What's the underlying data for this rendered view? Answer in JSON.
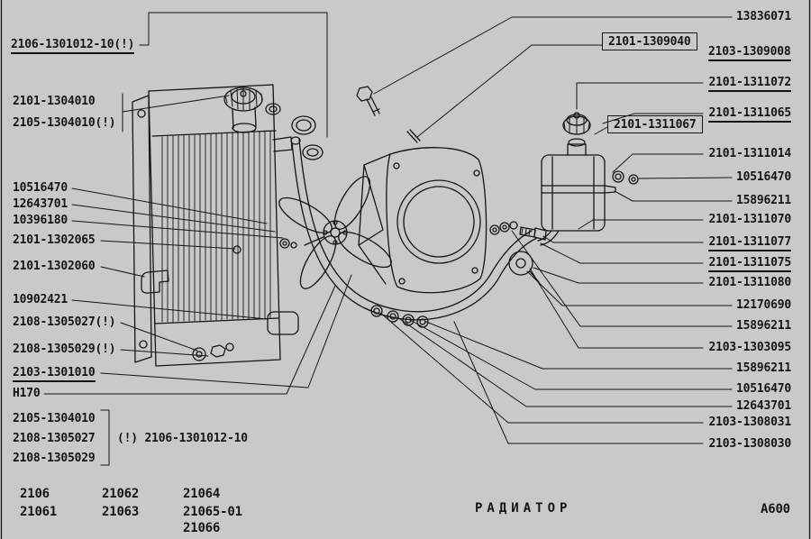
{
  "page": {
    "caption": "РАДИАТОР",
    "page_code": "А600",
    "background": "#c9c9c9",
    "ink": "#141414"
  },
  "left_labels": {
    "l1": "2106-1301012-10(!)",
    "l2": "2101-1304010",
    "l3": "2105-1304010(!)",
    "l4": "10516470",
    "l5": "12643701",
    "l6": "10396180",
    "l7": "2101-1302065",
    "l8": "2101-1302060",
    "l9": "10902421",
    "l10": "2108-1305027(!)",
    "l11": "2108-1305029(!)",
    "l12": "2103-1301010",
    "l13": "Н170"
  },
  "variant_group": {
    "rows": [
      "2105-1304010",
      "2108-1305027",
      "2108-1305029"
    ],
    "note": "(!) 2106-1301012-10"
  },
  "right_labels": {
    "r1": "13836071",
    "r2": "2101-1309040",
    "r3": "2103-1309008",
    "r4": "2101-1311072",
    "r5": "2101-1311065",
    "r6": "2101-1311067",
    "r7": "2101-1311014",
    "r8": "10516470",
    "r9": "15896211",
    "r10": "2101-1311070",
    "r11": "2101-1311077",
    "r12": "2101-1311075",
    "r13": "2101-1311080",
    "r14": "12170690",
    "r15": "15896211",
    "r16": "2103-1303095",
    "r17": "15896211",
    "r18": "10516470",
    "r19": "12643701",
    "r20": "2103-1308031",
    "r21": "2103-1308030"
  },
  "models": {
    "col1": [
      "2106",
      "21061"
    ],
    "col2": [
      "21062",
      "21063"
    ],
    "col3": [
      "21064",
      "21065-01",
      "21066"
    ]
  },
  "diagram_parts": [
    "radiator",
    "radiator-cap",
    "fan",
    "fan-shroud",
    "expansion-tank",
    "expansion-tank-cap",
    "outlet-hose",
    "hose-clamps",
    "drain-plug",
    "mounting-bracket",
    "bolt",
    "washers"
  ]
}
